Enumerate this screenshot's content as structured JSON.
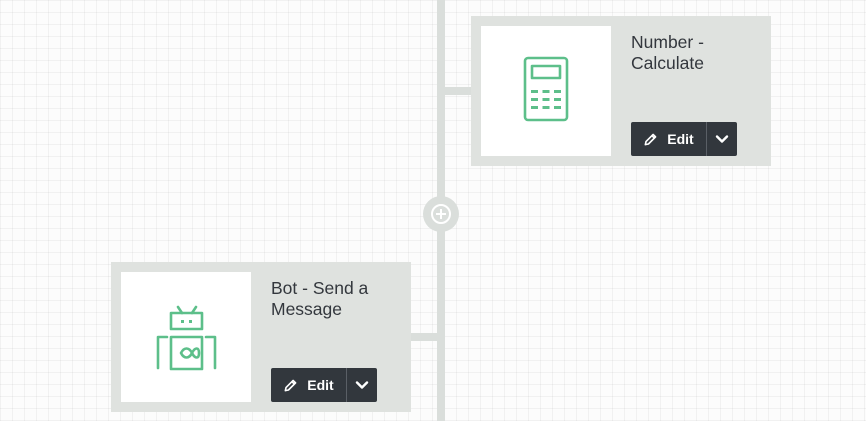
{
  "steps": [
    {
      "title": "Number - Calculate",
      "icon": "calculator-icon",
      "edit_label": "Edit",
      "accent_color": "#5dbf8a"
    },
    {
      "title": "Bot - Send a Message",
      "icon": "robot-icon",
      "edit_label": "Edit",
      "accent_color": "#5dbf8a"
    }
  ],
  "colors": {
    "card_background": "#dfe2df",
    "connector": "#dadedb",
    "button": "#32373d",
    "icon_green": "#5dbf8a"
  }
}
